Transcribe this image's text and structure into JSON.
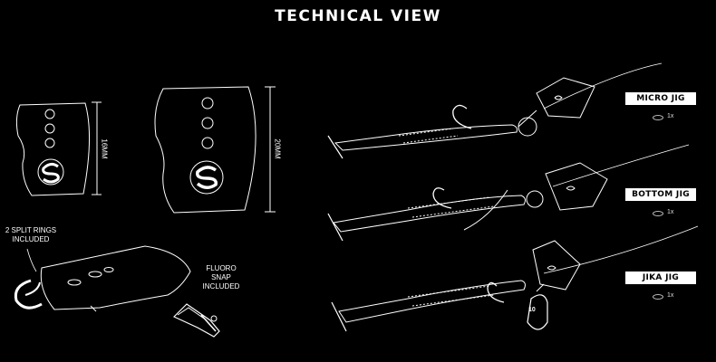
{
  "title": "TECHNICAL VIEW",
  "heads": {
    "small_dimension": "16MM",
    "large_dimension": "20MM"
  },
  "accessories": {
    "split_rings_label": "2 SPLIT RINGS INCLUDED",
    "fluoro_snap_label": "FLUORO SNAP INCLUDED"
  },
  "rigs": [
    {
      "name": "MICRO JIG",
      "quantity": "1x"
    },
    {
      "name": "BOTTOM JIG",
      "quantity": "1x"
    },
    {
      "name": "JIKA JIG",
      "quantity": "1x"
    }
  ],
  "weight_mark": "10",
  "colors": {
    "background": "#000000",
    "line": "#ffffff"
  }
}
